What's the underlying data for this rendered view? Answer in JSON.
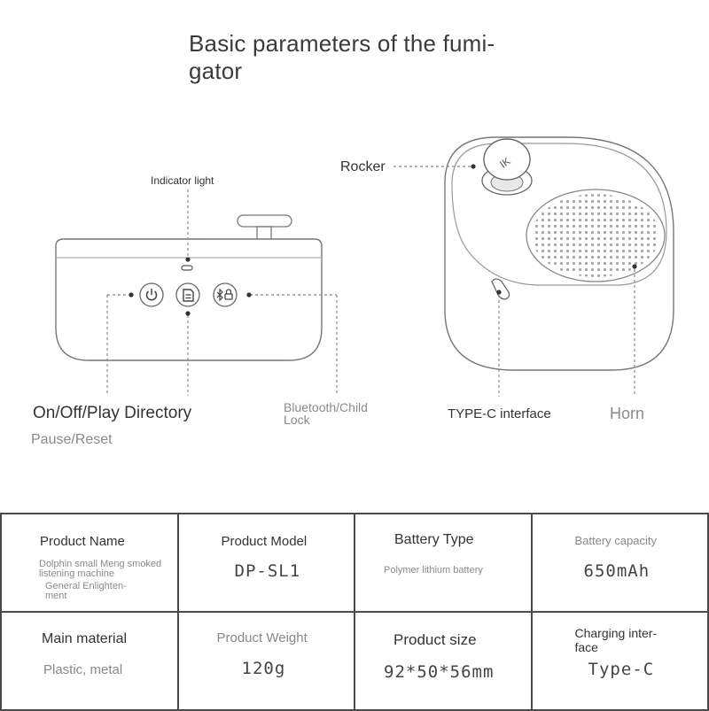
{
  "title": "Basic parameters of the fumi-\ngator",
  "labels": {
    "indicator_light": "Indicator light",
    "rocker": "Rocker",
    "on_off_play": "On/Off/Play Directory",
    "pause_reset": "Pause/Reset",
    "bluetooth_child_lock": "Bluetooth/Child\nLock",
    "type_c_interface": "TYPE-C interface",
    "horn": "Horn"
  },
  "icons": [
    "power-icon",
    "directory-icon",
    "bluetooth-lock-icon",
    "device-logo-icon"
  ],
  "specs": {
    "product_name": {
      "label": "Product Name",
      "value_line1": "Dolphin small Meng smoked",
      "value_line2": "listening machine",
      "value_line3": "General Enlighten-",
      "value_line4": "ment"
    },
    "product_model": {
      "label": "Product Model",
      "value": "DP-SL1"
    },
    "battery_type": {
      "label": "Battery Type",
      "value": "Polymer lithium battery"
    },
    "battery_capacity": {
      "label": "Battery capacity",
      "value": "650mAh"
    },
    "main_material": {
      "label": "Main material",
      "value": "Plastic, metal"
    },
    "product_weight": {
      "label": "Product Weight",
      "value": "120g"
    },
    "product_size": {
      "label": "Product size",
      "value": "92*50*56mm"
    },
    "charging_interface": {
      "label": "Charging inter-\nface",
      "value": "Type-C"
    }
  }
}
